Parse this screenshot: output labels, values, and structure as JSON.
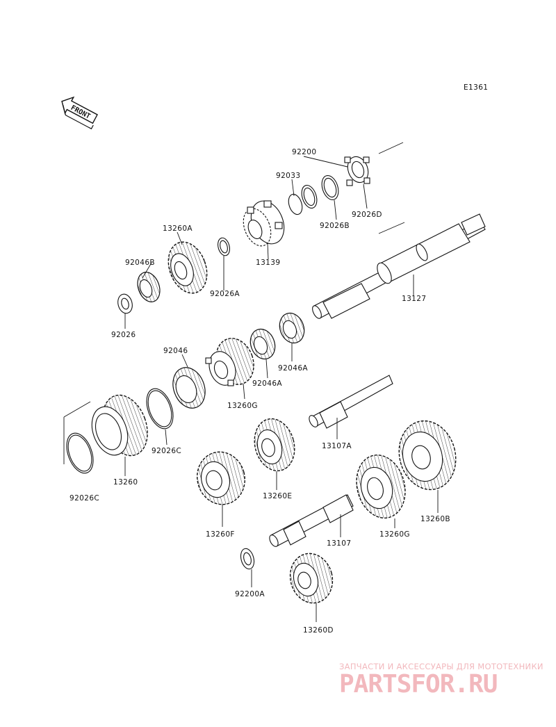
{
  "diagram_code": "E1361",
  "front_label": "FRONT",
  "labels": {
    "p92200": "92200",
    "p92033": "92033",
    "p92026D": "92026D",
    "p92026B": "92026B",
    "p13260A": "13260A",
    "p13139": "13139",
    "p92046B": "92046B",
    "p92026A": "92026A",
    "p13127": "13127",
    "p92026": "92026",
    "p92046": "92046",
    "p92046A_1": "92046A",
    "p92046A_2": "92046A",
    "p13260G_1": "13260G",
    "p92026C_1": "92026C",
    "p13260": "13260",
    "p92026C_2": "92026C",
    "p13107A": "13107A",
    "p13260E": "13260E",
    "p13260F": "13260F",
    "p13107": "13107",
    "p13260G_2": "13260G",
    "p13260B": "13260B",
    "p92200A": "92200A",
    "p13260D": "13260D"
  },
  "watermark": {
    "tagline": "ЗАПЧАСТИ И АКСЕССУАРЫ ДЛЯ МОТОТЕХНИКИ",
    "brand": "PARTSFOR.RU",
    "color": "#f2b8bd"
  }
}
